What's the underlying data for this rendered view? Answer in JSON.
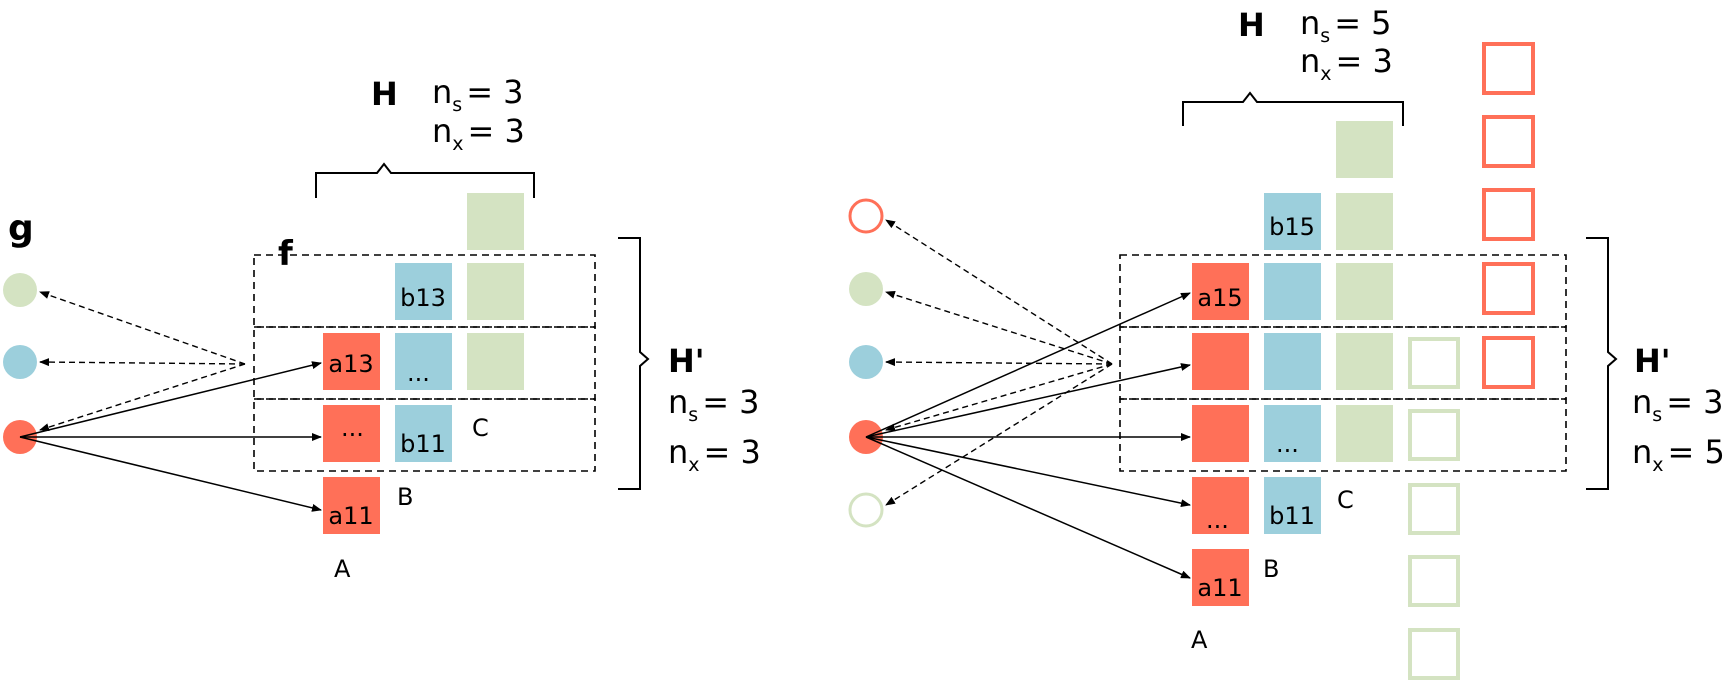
{
  "colors": {
    "a": "#ff7058",
    "b": "#9ccfdc",
    "c": "#d4e3c2",
    "line": "#000000"
  },
  "left": {
    "g_label": "g",
    "f_label": "f",
    "col_labels": {
      "a": "A",
      "b": "B",
      "c": "C"
    },
    "cells": {
      "a13": "a13",
      "a_dots": "...",
      "a11": "a11",
      "b13": "b13",
      "b_dots": "...",
      "b11": "b11"
    },
    "H": {
      "letter": "H",
      "ns_base": "n",
      "ns_sub": "s",
      "ns_val": "= 3",
      "nx_base": "n",
      "nx_sub": "x",
      "nx_val": "= 3"
    },
    "Hp": {
      "letter": "H'",
      "ns_base": "n",
      "ns_sub": "s",
      "ns_val": "= 3",
      "nx_base": "n",
      "nx_sub": "x",
      "nx_val": "= 3"
    }
  },
  "right": {
    "col_labels": {
      "a": "A",
      "b": "B",
      "c": "C"
    },
    "cells": {
      "a15": "a15",
      "a_dots": "...",
      "a11": "a11",
      "b15": "b15",
      "b_dots": "...",
      "b11": "b11"
    },
    "H": {
      "letter": "H",
      "ns_base": "n",
      "ns_sub": "s",
      "ns_val": "= 5",
      "nx_base": "n",
      "nx_sub": "x",
      "nx_val": "= 3"
    },
    "Hp": {
      "letter": "H'",
      "ns_base": "n",
      "ns_sub": "s",
      "ns_val": "= 3",
      "nx_base": "n",
      "nx_sub": "x",
      "nx_val": "= 5"
    }
  }
}
